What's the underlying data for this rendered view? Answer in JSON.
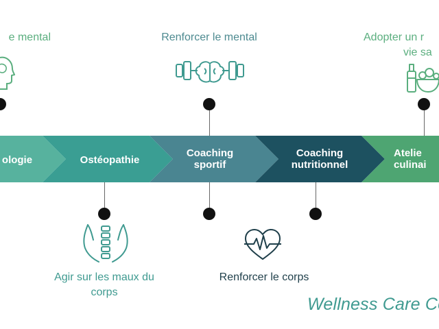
{
  "colors": {
    "chevron_1": "#57b29e",
    "chevron_2": "#3a9e93",
    "chevron_3": "#4a8591",
    "chevron_4": "#1d5160",
    "chevron_5": "#4ea572",
    "icon_teal": "#3f9a90",
    "icon_green": "#5aae7e"
  },
  "steps": [
    {
      "label": "ologie"
    },
    {
      "label": "Ostéopathie"
    },
    {
      "label_line1": "Coaching",
      "label_line2": "sportif"
    },
    {
      "label_line1": "Coaching",
      "label_line2": "nutritionnel"
    },
    {
      "label_line1": "Atelie",
      "label_line2": "culinai"
    }
  ],
  "annotations": {
    "top_1": "e mental",
    "top_3": "Renforcer le mental",
    "top_5_line1": "Adopter un r",
    "top_5_line2": "vie sa",
    "bottom_2_line1": "Agir sur les maux du",
    "bottom_2_line2": "corps",
    "bottom_4": "Renforcer le corps"
  },
  "icons": {
    "top_1": "head-profile-icon",
    "top_3": "brain-dumbbell-icon",
    "top_5": "healthy-food-icon",
    "bottom_2": "spine-hands-icon",
    "bottom_4": "heart-pulse-icon"
  },
  "brand": "Wellness Care Co"
}
